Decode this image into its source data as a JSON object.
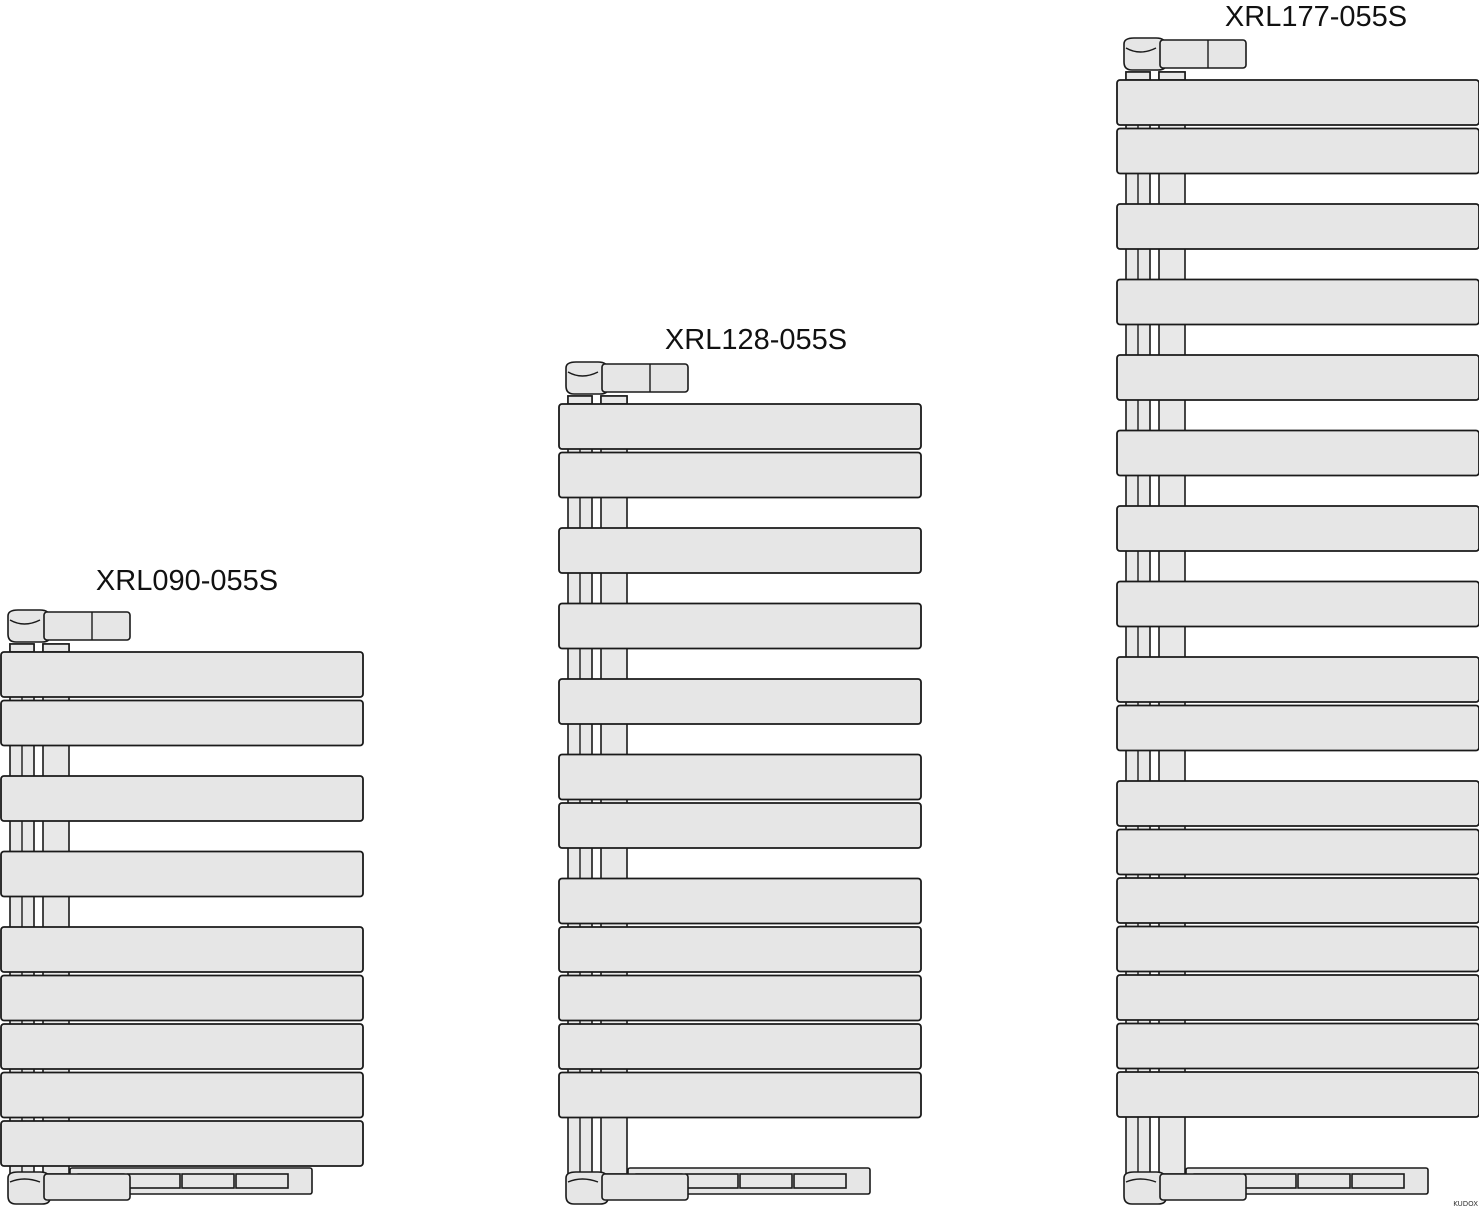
{
  "radiators": [
    {
      "model": "XRL090-055S",
      "bar_groups": [
        2,
        1,
        1,
        5
      ]
    },
    {
      "model": "XRL128-055S",
      "bar_groups": [
        2,
        1,
        1,
        1,
        2,
        5
      ]
    },
    {
      "model": "XRL177-055S",
      "bar_groups": [
        2,
        1,
        1,
        1,
        1,
        1,
        1,
        2,
        7
      ]
    }
  ],
  "brand_mark": "KUDOX",
  "colors": {
    "fill": "#e6e6e6",
    "stroke": "#1a1a1a"
  }
}
